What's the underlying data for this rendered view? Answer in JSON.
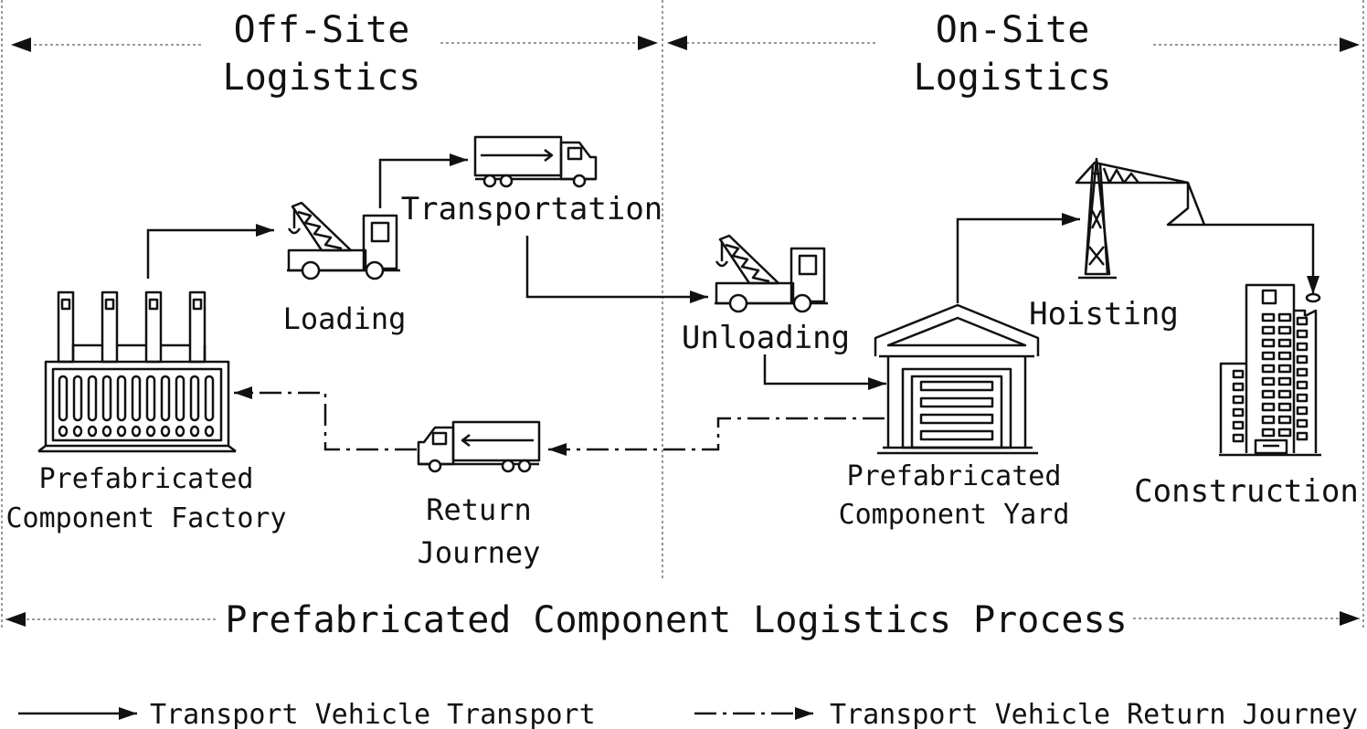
{
  "sections": {
    "off_site": {
      "line1": "Off-Site",
      "line2": "Logistics"
    },
    "on_site": {
      "line1": "On-Site",
      "line2": "Logistics"
    }
  },
  "nodes": {
    "factory": {
      "line1": "Prefabricated",
      "line2": "Component Factory",
      "icon": "factory-icon"
    },
    "loading": {
      "label": "Loading",
      "icon": "crane-truck-icon"
    },
    "transportation": {
      "label": "Transportation",
      "icon": "truck-icon"
    },
    "unloading": {
      "label": "Unloading",
      "icon": "crane-truck-icon"
    },
    "yard": {
      "line1": "Prefabricated",
      "line2": "Component Yard",
      "icon": "warehouse-icon"
    },
    "hoisting": {
      "label": "Hoisting",
      "icon": "tower-crane-icon"
    },
    "construction": {
      "label": "Construction",
      "icon": "building-icon"
    },
    "return_journey": {
      "line1": "Return",
      "line2": "Journey",
      "icon": "truck-icon"
    }
  },
  "process_title": "Prefabricated Component Logistics Process",
  "legend": {
    "transport": "Transport Vehicle Transport",
    "return": "Transport Vehicle Return Journey"
  },
  "colors": {
    "ink": "#111111",
    "background": "#ffffff"
  }
}
